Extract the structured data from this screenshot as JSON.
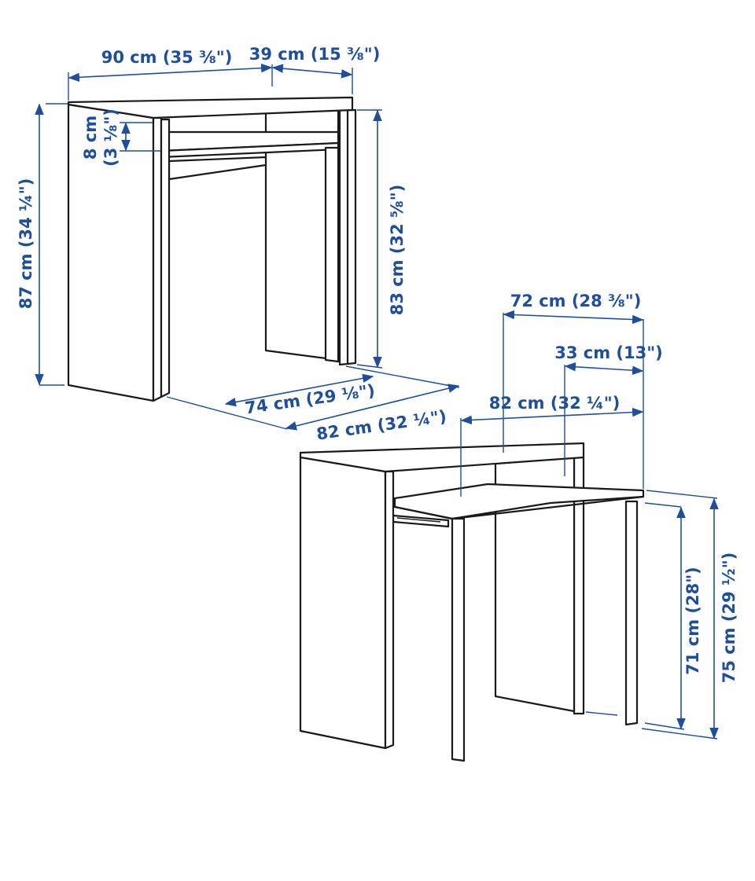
{
  "dimensions": {
    "width": "90 cm (35 ⅜\")",
    "depth_closed": "39 cm (15 ⅜\")",
    "shelf_gap": "8 cm",
    "shelf_gap_in": "(3 ⅛\")",
    "total_height": "87 cm (34 ¼\")",
    "height_83": "83 cm (32 ⅝\")",
    "side_depth": "74 cm (29 ⅛\")",
    "side_depth_total": "82 cm (32 ¼\")",
    "extended_72": "72 cm (28 ⅜\")",
    "extended_33": "33 cm (13\")",
    "extended_82": "82 cm (32 ¼\")",
    "height_71": "71 cm (28\")",
    "height_75": "75 cm (29 ½\")"
  },
  "colors": {
    "dimension": "#1f4e9c",
    "line": "#1a1a1a"
  }
}
